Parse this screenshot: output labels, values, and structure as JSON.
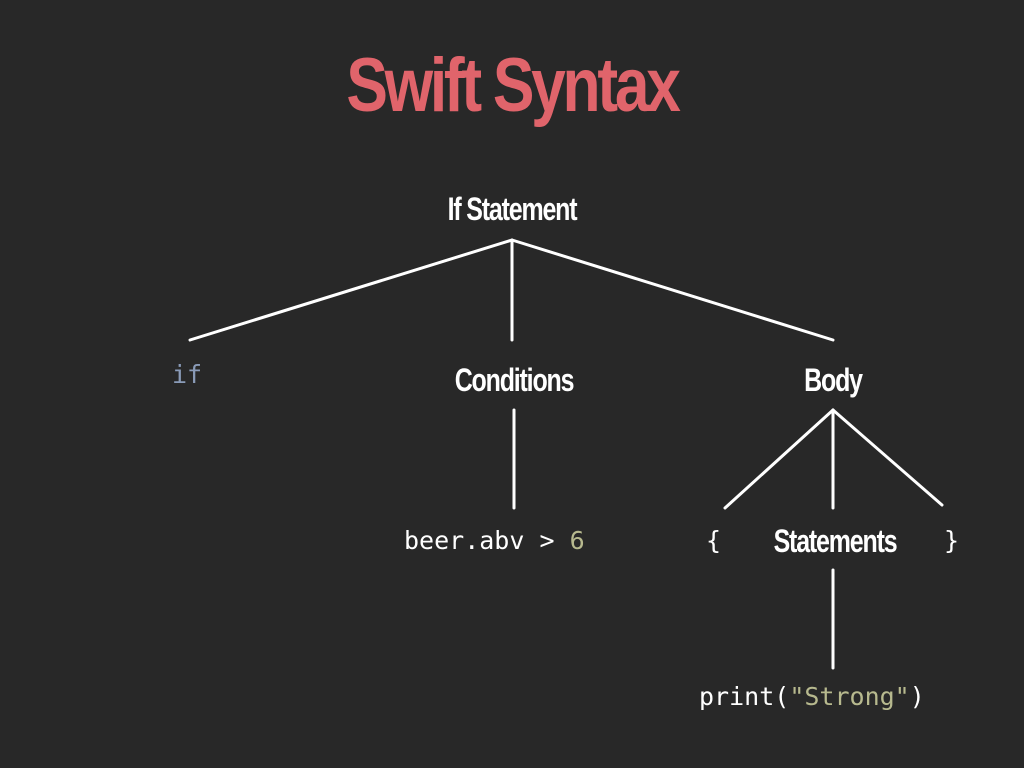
{
  "slide": {
    "title": "Swift Syntax"
  },
  "tree": {
    "root": "If Statement",
    "children": {
      "if_keyword": "if",
      "conditions": "Conditions",
      "body": "Body"
    },
    "condition_expr": {
      "lhs": "beer.abv",
      "op": ">",
      "rhs": "6"
    },
    "body_children": {
      "open_brace": "{",
      "statements": "Statements",
      "close_brace": "}"
    },
    "statement_expr": {
      "fn": "print(",
      "arg": "\"Strong\"",
      "close": ")"
    }
  },
  "colors": {
    "background": "#282828",
    "title": "#e0646b",
    "keyword": "#8a9bb8",
    "literal": "#b7b98e",
    "text": "#ffffff"
  }
}
